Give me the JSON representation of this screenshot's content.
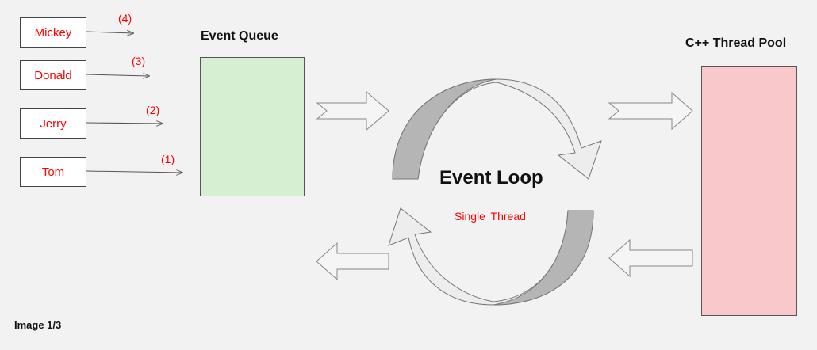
{
  "colors": {
    "background": "#f2f2f2",
    "user_text": "#ff0000",
    "queue_fill": "#d6efd3",
    "pool_fill": "#f8c8ca",
    "arrow_fill": "#f5f5f5",
    "loop_dark": "#b5b5b5",
    "loop_light": "#ededed"
  },
  "users": [
    {
      "name": "Mickey",
      "order": "(4)"
    },
    {
      "name": "Donald",
      "order": "(3)"
    },
    {
      "name": "Jerry",
      "order": "(2)"
    },
    {
      "name": "Tom",
      "order": "(1)"
    }
  ],
  "event_queue": {
    "title": "Event Queue"
  },
  "thread_pool": {
    "title": "C++ Thread Pool"
  },
  "event_loop": {
    "title": "Event Loop",
    "subtitle": "Single Thread"
  },
  "caption": "Image 1/3"
}
